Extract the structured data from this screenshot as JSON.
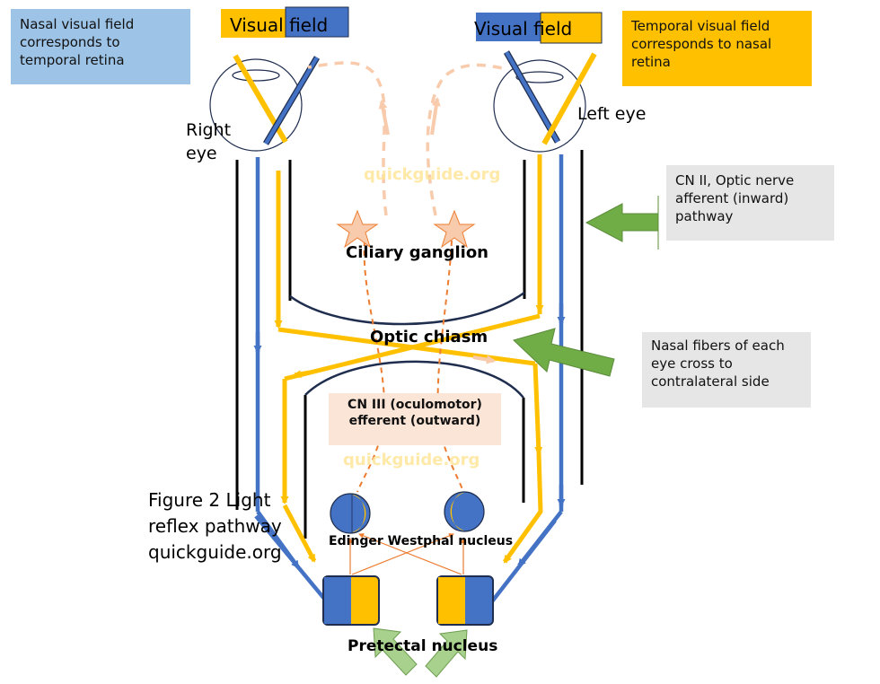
{
  "info_boxes": {
    "nasal_field": {
      "text": "Nasal visual field corresponds to temporal retina",
      "color": "#9DC3E6"
    },
    "temporal_field": {
      "text": "Temporal visual field corresponds to nasal retina",
      "color": "#FFC000"
    },
    "cn2": {
      "text": "CN II, Optic nerve afferent (inward) pathway",
      "color": "#E7E6E6"
    },
    "nasal_cross": {
      "text": "Nasal fibers of each eye cross to contralateral side",
      "color": "#E7E6E6"
    },
    "cn3": {
      "text": "CN III (oculomotor) efferent (outward)",
      "color": "#FBE5D6"
    }
  },
  "labels": {
    "visual_field_right": "Visual field",
    "visual_field_left": "Visual field",
    "right_eye": "Right eye",
    "left_eye": "Left eye",
    "ciliary_ganglion": "Ciliary ganglion",
    "optic_chiasm": "Optic chiasm",
    "edinger_westphal": "Edinger Westphal nucleus",
    "pretectal": "Pretectal nucleus",
    "figure_caption": "Figure 2 Light reflex pathway quickguide.org",
    "watermark": "quickguide.org"
  },
  "colors": {
    "blue": "#4472C4",
    "yellow": "#FFC000",
    "green": "#70AD47",
    "light_green": "#A9D18E",
    "orange": "#ED7D31",
    "peach": "#F8CBAD",
    "navy": "#1F2D4E"
  }
}
